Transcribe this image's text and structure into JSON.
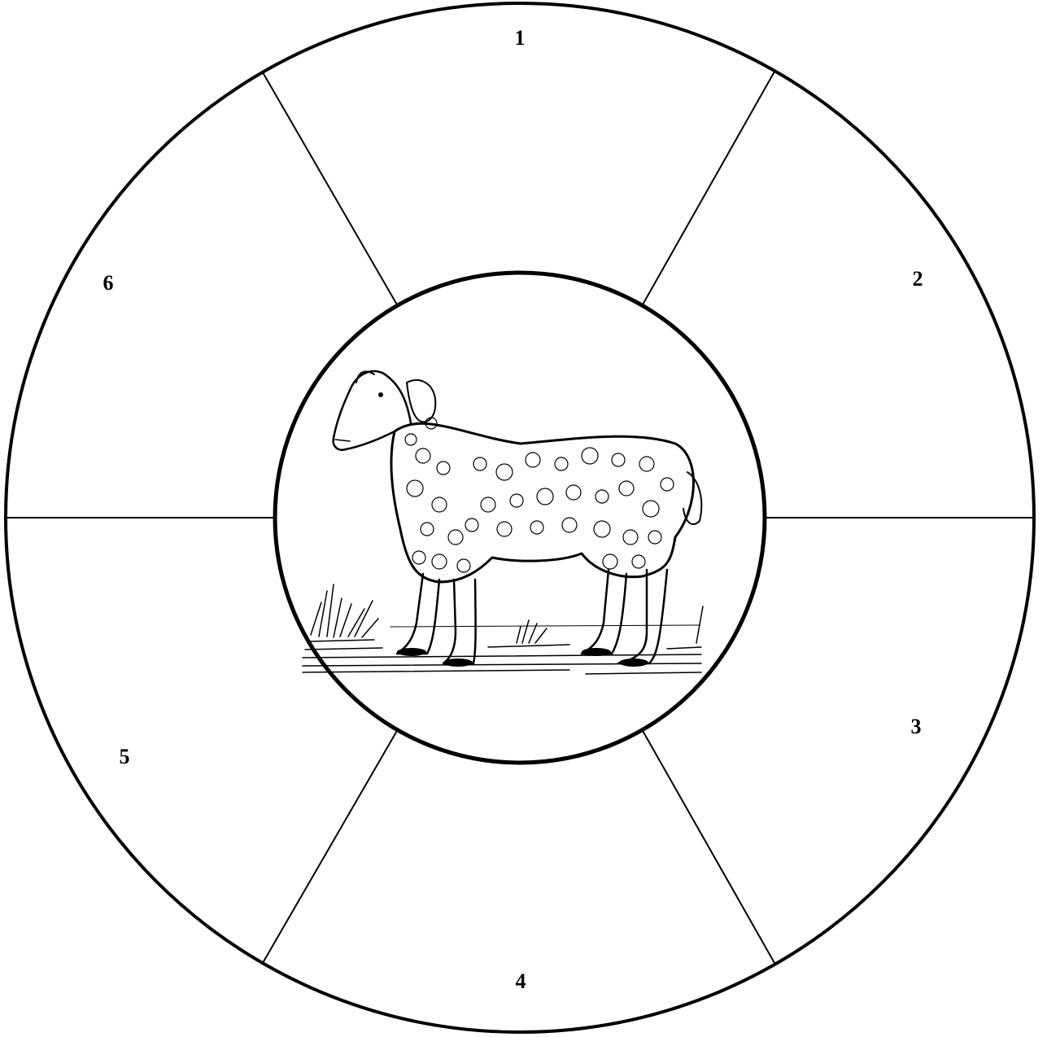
{
  "diagram": {
    "segment_count": 6,
    "segments": [
      {
        "label": "1"
      },
      {
        "label": "2"
      },
      {
        "label": "3"
      },
      {
        "label": "4"
      },
      {
        "label": "5"
      },
      {
        "label": "6"
      }
    ],
    "center_illustration": "sheep"
  },
  "colors": {
    "stroke": "#000000",
    "background": "#ffffff"
  }
}
